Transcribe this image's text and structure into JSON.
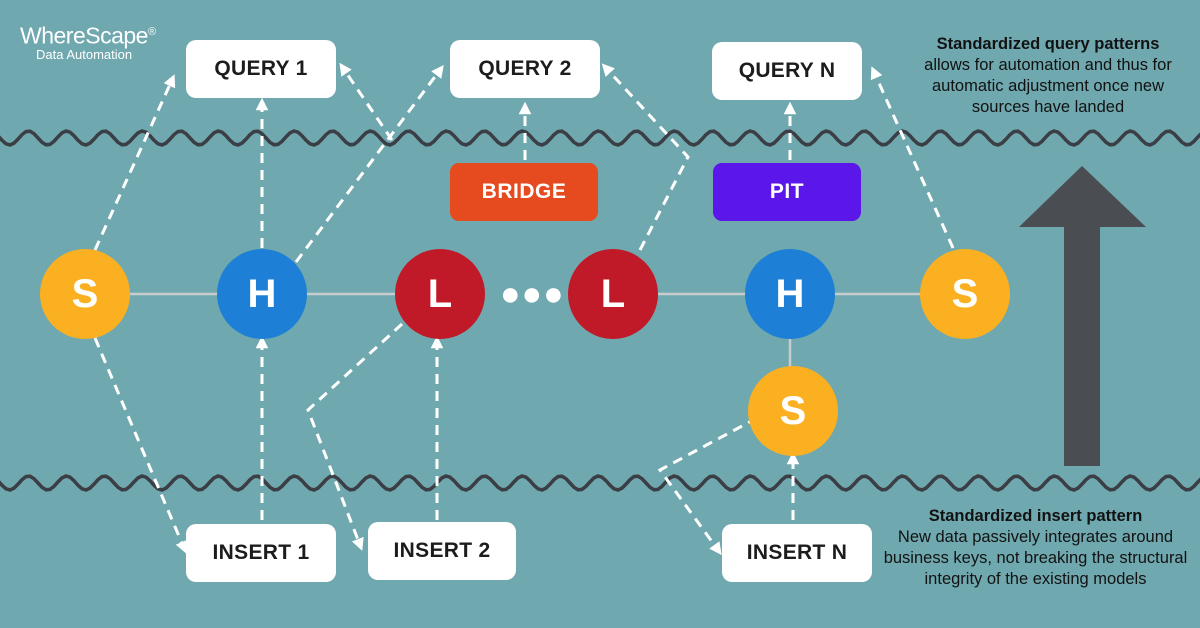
{
  "logo": {
    "name": "WhereScape",
    "mark": "®",
    "subtitle": "Data Automation"
  },
  "queries": [
    {
      "label": "QUERY 1"
    },
    {
      "label": "QUERY 2"
    },
    {
      "label": "QUERY N"
    }
  ],
  "inserts": [
    {
      "label": "INSERT 1"
    },
    {
      "label": "INSERT 2"
    },
    {
      "label": "INSERT N"
    }
  ],
  "helpers": {
    "bridge": {
      "label": "BRIDGE",
      "color": "#e64a1f"
    },
    "pit": {
      "label": "PIT",
      "color": "#5b17ea"
    }
  },
  "nodes": [
    {
      "label": "S",
      "kind": "satellite"
    },
    {
      "label": "H",
      "kind": "hub"
    },
    {
      "label": "L",
      "kind": "link"
    },
    {
      "label": "L",
      "kind": "link"
    },
    {
      "label": "H",
      "kind": "hub"
    },
    {
      "label": "S",
      "kind": "satellite"
    },
    {
      "label": "S",
      "kind": "satellite"
    }
  ],
  "ellipsis": "●●●",
  "colors": {
    "satellite": "#fbb021",
    "hub": "#1e7fd6",
    "link": "#c01a28",
    "background": "#6fa8af",
    "arrow": "#4a4d52"
  },
  "notes": {
    "query": {
      "title": "Standardized query patterns",
      "body": "allows for automation and thus for automatic adjustment once new sources have landed"
    },
    "insert": {
      "title": "Standardized insert pattern",
      "body": "New data passively integrates around business keys, not breaking the structural integrity of the existing models"
    }
  }
}
